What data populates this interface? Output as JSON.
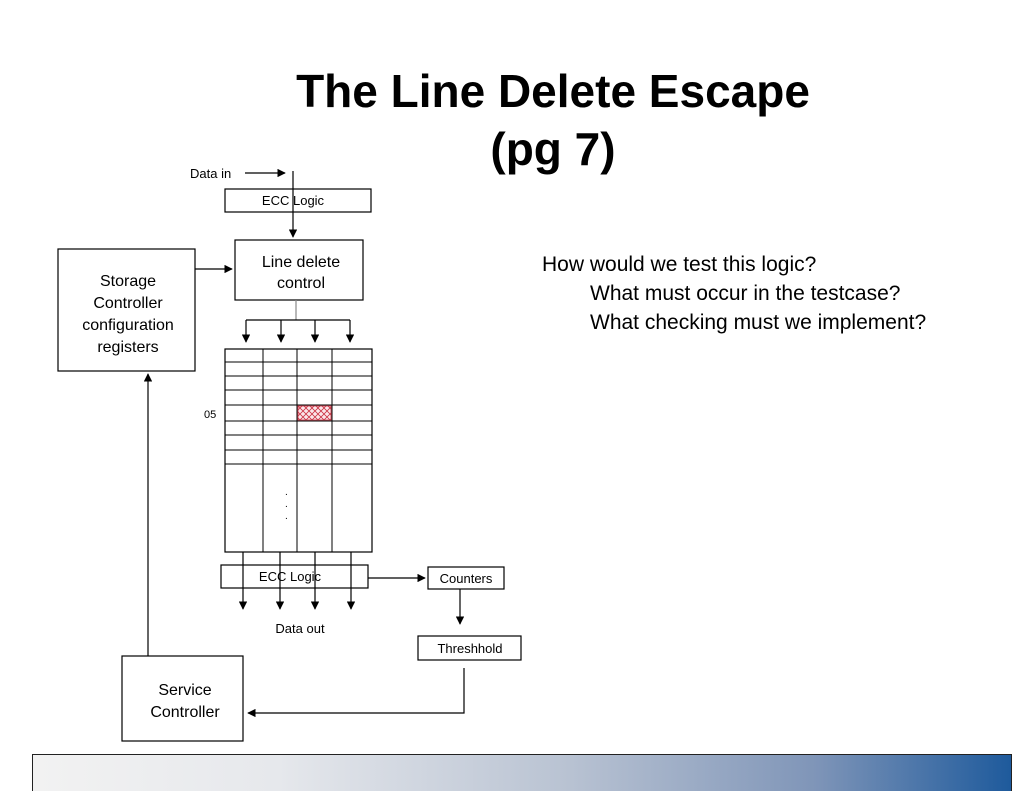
{
  "slide": {
    "title_line1": "The Line Delete Escape",
    "title_line2": "(pg 7)"
  },
  "questions": {
    "main": "How would we test this logic?",
    "sub1": "What must occur in the testcase?",
    "sub2": "What checking must we implement?"
  },
  "diagram": {
    "data_in": "Data in",
    "ecc_logic_top": "ECC Logic",
    "line_delete_control_1": "Line delete",
    "line_delete_control_2": "control",
    "storage_controller_1": "Storage",
    "storage_controller_2": "Controller",
    "storage_controller_3": "configuration",
    "storage_controller_4": "registers",
    "row_label": "05",
    "ecc_logic_bottom": "ECC Logic",
    "counters": "Counters",
    "data_out": "Data out",
    "threshold": "Threshhold",
    "service_controller_1": "Service",
    "service_controller_2": "Controller"
  },
  "colors": {
    "deleted_cell": "#cc3344",
    "footer_end": "#1e5a9c"
  }
}
